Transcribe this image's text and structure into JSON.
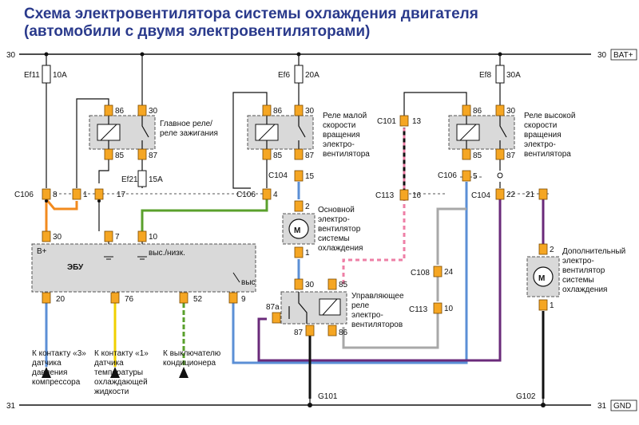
{
  "title_line1": "Схема электровентилятора системы охлаждения двигателя",
  "title_line2": "(автомобили с двумя электровентиляторами)",
  "rails": {
    "top_left": "30",
    "top_right": "30",
    "bat": "BAT+",
    "bottom_left": "31",
    "bottom_right": "31",
    "gnd": "GND"
  },
  "fuses": {
    "ef11": "Ef11",
    "ef11_rating": "10A",
    "ef6": "Ef6",
    "ef6_rating": "20A",
    "ef8": "Ef8",
    "ef8_rating": "30A",
    "ef21": "Ef21",
    "ef21_rating": "15A"
  },
  "relays": {
    "main": [
      "Главное реле/",
      "реле зажигания"
    ],
    "low": [
      "Реле малой",
      "скорости",
      "вращения",
      "электро-",
      "вентилятора"
    ],
    "high": [
      "Реле высокой",
      "скорости",
      "вращения",
      "электро-",
      "вентилятора"
    ],
    "control": [
      "Управляющее",
      "реле",
      "электро-",
      "вентиляторов"
    ]
  },
  "relay_pins": {
    "p86": "86",
    "p30": "30",
    "p85": "85",
    "p87": "87",
    "p87a": "87a"
  },
  "fans": {
    "main": [
      "Основной",
      "электро-",
      "вентилятор",
      "системы",
      "охлаждения"
    ],
    "extra": [
      "Дополнительный",
      "электро-",
      "вентилятор",
      "системы",
      "охлаждения"
    ],
    "motor_symbol": "M"
  },
  "connectors": {
    "c106": "C106",
    "c104": "C104",
    "c101": "C101",
    "c113": "C113",
    "c108": "C108"
  },
  "pins": {
    "n1": "1",
    "n2": "2",
    "n4": "4",
    "n5": "5",
    "n7": "7",
    "n8": "8",
    "n9": "9",
    "n10": "10",
    "n13": "13",
    "n15": "15",
    "n16": "16",
    "n17": "17",
    "n20": "20",
    "n21": "21",
    "n22": "22",
    "n24": "24",
    "n30": "30",
    "n52": "52",
    "n76": "76"
  },
  "ecu": {
    "name": "ЭБУ",
    "bplus": "B+",
    "speed": "выс./низк.",
    "high": "выс"
  },
  "grounds": {
    "g101": "G101",
    "g102": "G102"
  },
  "sensors": {
    "compressor": [
      "К контакту «3»",
      "датчика",
      "давления",
      "компрессора"
    ],
    "coolant": [
      "К контакту «1»",
      "датчика",
      "температуры",
      "охлаждающей",
      "жидкости"
    ],
    "ac": [
      "К выключателю",
      "кондиционера"
    ]
  },
  "wire_colors": {
    "black": "#111111",
    "orange": "#f28a1e",
    "green": "#5aa02c",
    "blue": "#5b8fd6",
    "pink": "#ee7fa6",
    "gray": "#a8a8a8",
    "purple": "#6a2a7a",
    "yellow": "#f0d000",
    "connector": "#f5a623",
    "block": "#d9d9d9",
    "title": "#2a3a8c"
  }
}
